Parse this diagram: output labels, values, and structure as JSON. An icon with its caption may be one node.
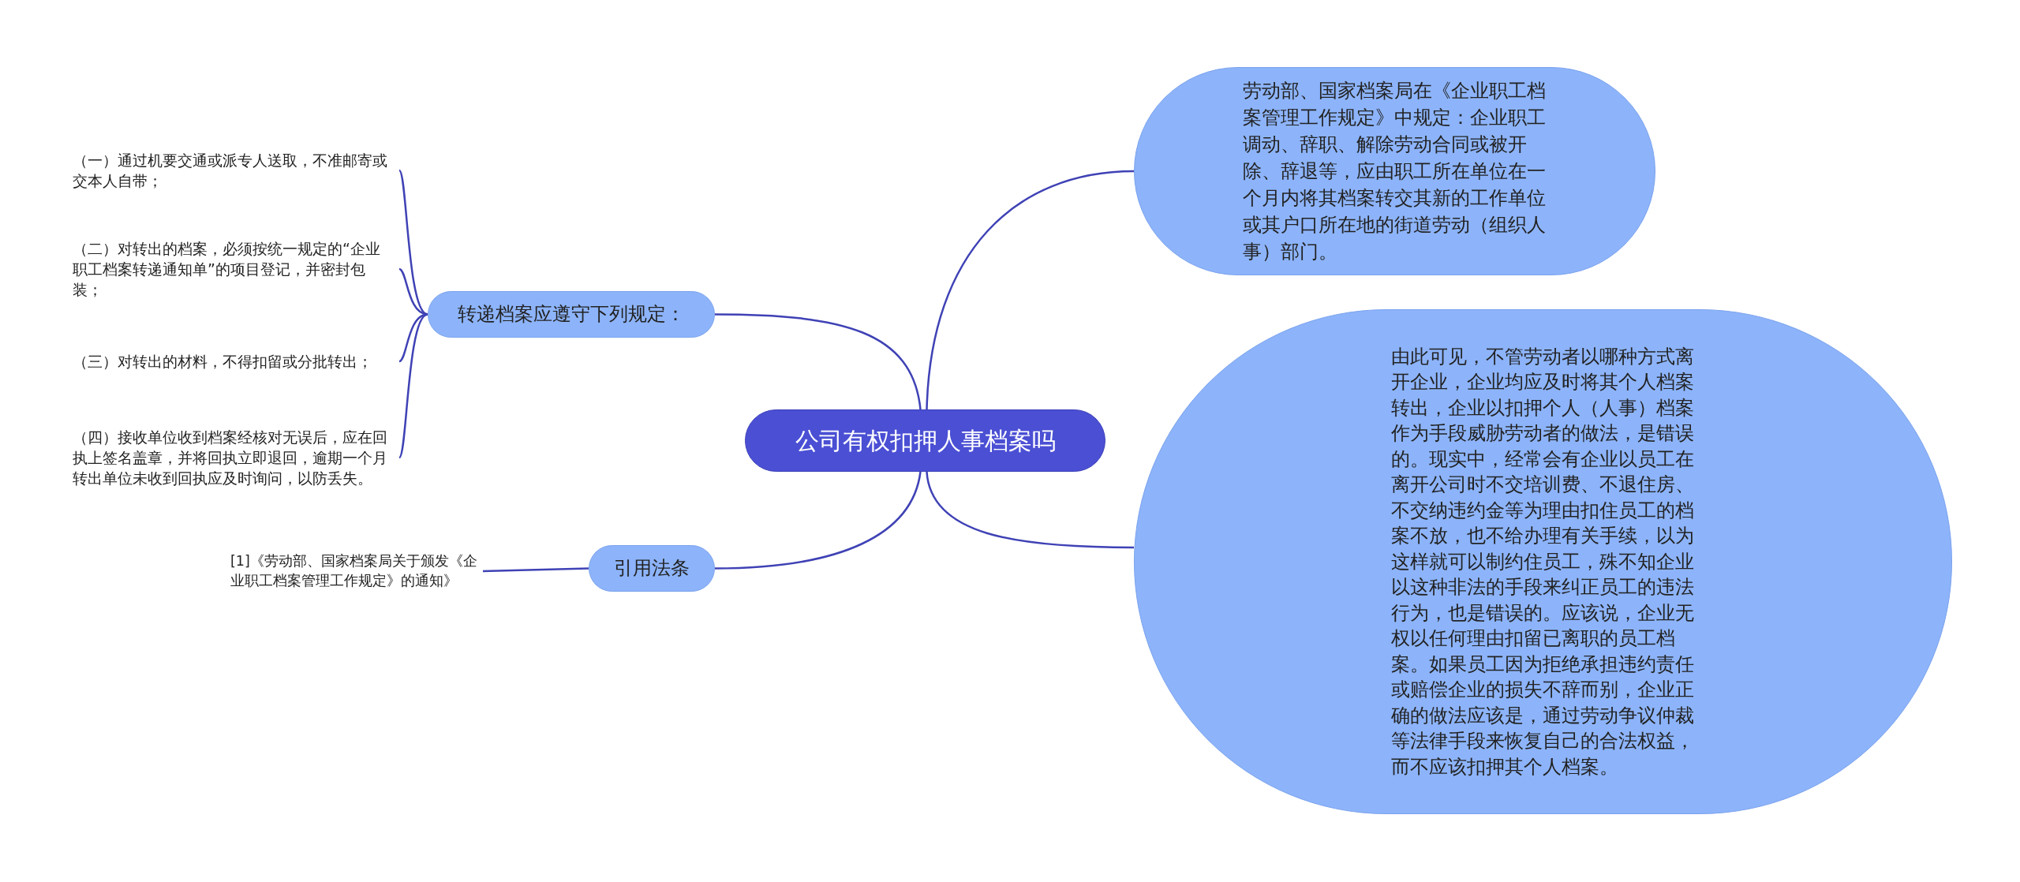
{
  "diagram": {
    "nodes": [
      {
        "text": [
          "公司有权扣押人事档案吗"
        ]
      },
      {
        "text": [
          "劳动部、国家档案局在《企业职工档案管理工作规定》中规定：企业职工调动、辞职、解除劳动合同或被开除、辞退等，应由职工所在单位在一个月内将其档案转交其新的工作单位或其户口所在地的街道劳动（组织人事）部门。"
        ]
      },
      {
        "text": [
          "由此可见，不管劳动者以哪种方式离开企业，企业均应及时将其个人档案转出，企业以扣押个人（人事）档案作为手段威胁劳动者的做法，是错误的。现实中，经常会有企业以员工在离开公司时不交培训费、不退住房、不交纳违约金等为理由扣住员工的档案不放，也不给办理有关手续，以为这样就可以制约住员工，殊不知企业以这种非法的手段来纠正员工的违法行为，也是错误的。应该说，企业无权以任何理由扣留已离职的员工档案。如果员工因为拒绝承担违约责任或赔偿企业的损失不辞而别，企业正确的做法应该是，通过劳动争议仲裁等法律手段来恢复自己的合法权益，而不应该扣押其个人档案。"
        ]
      },
      {
        "text": [
          "转递档案应遵守下列规定："
        ]
      },
      {
        "text": [
          "（一）通过机要交通或派专人送取，不准邮寄或交本人自带；"
        ]
      },
      {
        "text": [
          "（二）对转出的档案，必须按统一规定的“企业职工档案转递通知单”的项目登记，并密封包装；"
        ]
      },
      {
        "text": [
          "（三）对转出的材料，不得扣留或分批转出；"
        ]
      },
      {
        "text": [
          "（四）接收单位收到档案经核对无误后，应在回执上签名盖章，并将回执立即退回，逾期一个月转出单位未收到回执应及时询问，以防丢失。"
        ]
      },
      {
        "text": [
          "引用法条"
        ]
      },
      {
        "text": [
          "[1]《劳动部、国家档案局关于颁发《企业职工档案管理工作规定》的通知》"
        ]
      }
    ],
    "edges": [
      {
        "from": 0,
        "to": 1,
        "arrow": "none"
      },
      {
        "from": 0,
        "to": 2,
        "arrow": "none"
      },
      {
        "from": 0,
        "to": 3,
        "arrow": "none"
      },
      {
        "from": 3,
        "to": 4,
        "arrow": "none"
      },
      {
        "from": 3,
        "to": 5,
        "arrow": "none"
      },
      {
        "from": 3,
        "to": 6,
        "arrow": "none"
      },
      {
        "from": 3,
        "to": 7,
        "arrow": "none"
      },
      {
        "from": 0,
        "to": 8,
        "arrow": "none"
      },
      {
        "from": 8,
        "to": 9,
        "arrow": "none"
      }
    ]
  }
}
